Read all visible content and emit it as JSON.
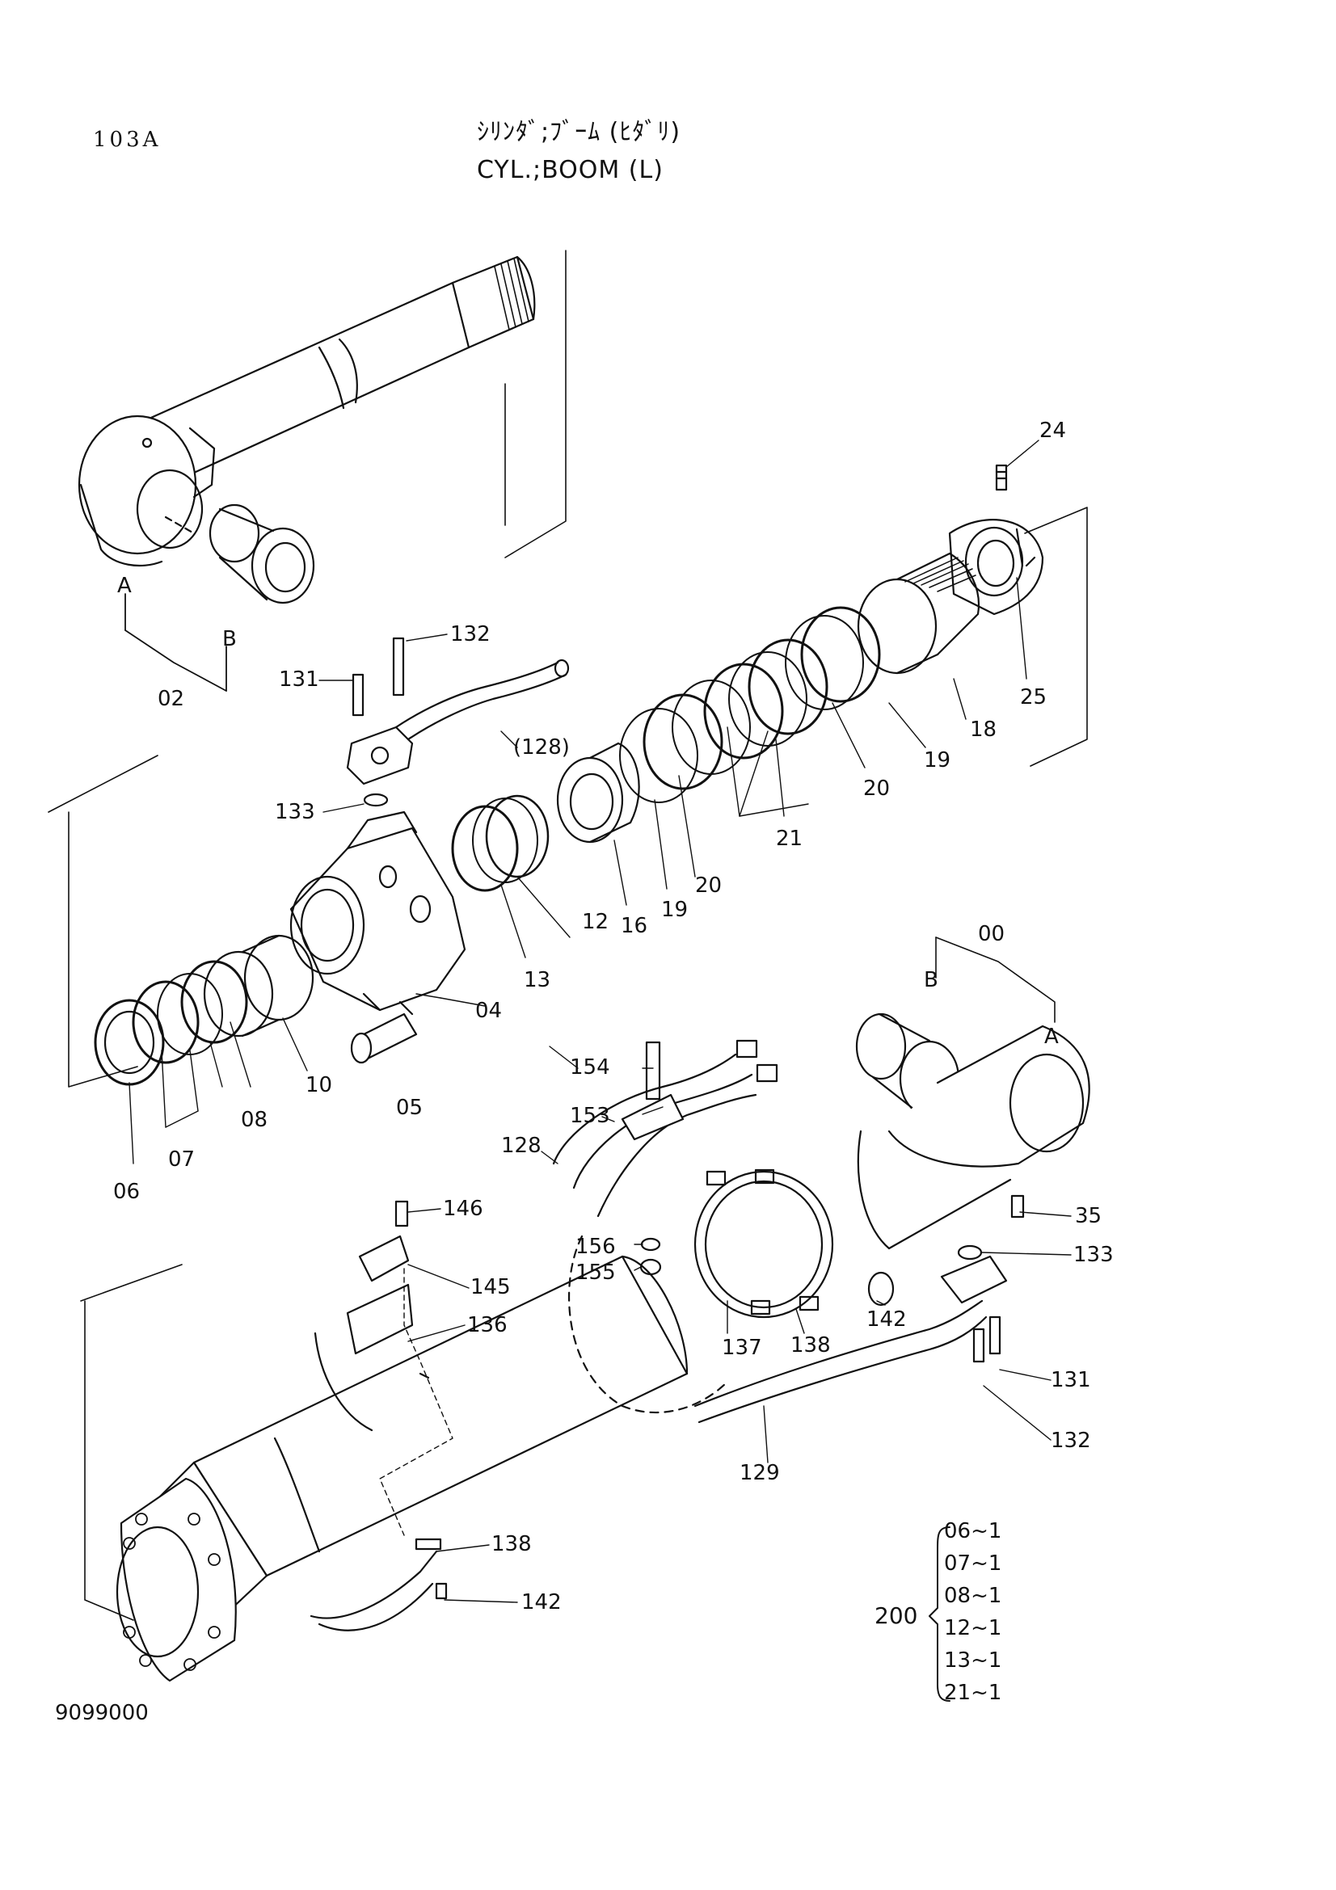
{
  "header": {
    "page_code": "103A",
    "title_jp": "ｼﾘﾝﾀﾞ;ﾌﾞｰﾑ (ﾋﾀﾞﾘ)",
    "title_en": "CYL.;BOOM (L)"
  },
  "footer": {
    "drawing_number": "9099000"
  },
  "labels": {
    "p24": "24",
    "p25": "25",
    "p18": "18",
    "p19a": "19",
    "p20a": "20",
    "p21": "21",
    "p20b": "20",
    "p19b": "19",
    "p16": "16",
    "p12": "12",
    "p13": "13",
    "p04": "04",
    "p05": "05",
    "p10": "10",
    "p08": "08",
    "p07": "07",
    "p06": "06",
    "p02": "02",
    "pA1": "A",
    "pB1": "B",
    "p131a": "131",
    "p132a": "132",
    "p128a": "(128)",
    "p133a": "133",
    "p00": "00",
    "pB2": "B",
    "pA2": "A",
    "p35": "35",
    "p133b": "133",
    "p131b": "131",
    "p132b": "132",
    "p142a": "142",
    "p138a": "138",
    "p137": "137",
    "p129": "129",
    "p154": "154",
    "p153": "153",
    "p128b": "128",
    "p156": "156",
    "p155": "155",
    "p146": "146",
    "p145": "145",
    "p136": "136",
    "p138b": "138",
    "p142b": "142"
  },
  "kit": {
    "total": "200",
    "items": [
      "06~1",
      "07~1",
      "08~1",
      "12~1",
      "13~1",
      "21~1"
    ]
  }
}
